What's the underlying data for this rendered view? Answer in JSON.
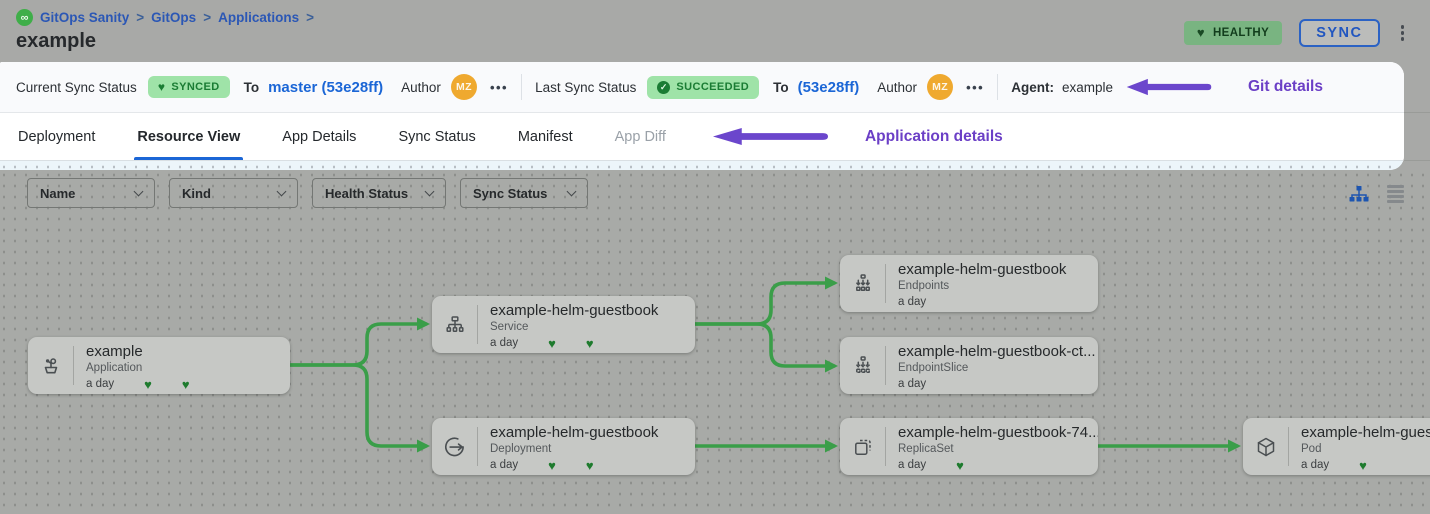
{
  "breadcrumb": {
    "items": [
      "GitOps Sanity",
      "GitOps",
      "Applications"
    ],
    "separator": ">"
  },
  "page_title": "example",
  "header": {
    "health_badge": "HEALTHY",
    "sync_button": "SYNC"
  },
  "sync_bar": {
    "current": {
      "label": "Current Sync Status",
      "badge": "SYNCED",
      "to": "To",
      "target": "master (53e28ff)",
      "author": "Author",
      "avatar": "MZ",
      "more": "•••"
    },
    "last": {
      "label": "Last Sync Status",
      "badge": "SUCCEEDED",
      "to": "To",
      "target": "(53e28ff)",
      "author": "Author",
      "avatar": "MZ",
      "more": "•••"
    },
    "agent_label": "Agent:",
    "agent_value": "example",
    "annotation": "Git details"
  },
  "tabs": {
    "items": [
      {
        "label": "Deployment"
      },
      {
        "label": "Resource View"
      },
      {
        "label": "App Details"
      },
      {
        "label": "Sync Status"
      },
      {
        "label": "Manifest"
      },
      {
        "label": "App Diff"
      }
    ],
    "active": "Resource View",
    "annotation": "Application details"
  },
  "filters": {
    "items": [
      {
        "label": "Name"
      },
      {
        "label": "Kind"
      },
      {
        "label": "Health Status"
      },
      {
        "label": "Sync Status"
      }
    ]
  },
  "resource_tree": {
    "nodes": [
      {
        "title": "example",
        "kind": "Application",
        "age": "a day",
        "health_hearts": 2,
        "icon": "application"
      },
      {
        "title": "example-helm-guestbook",
        "kind": "Service",
        "age": "a day",
        "health_hearts": 2,
        "icon": "service"
      },
      {
        "title": "example-helm-guestbook",
        "kind": "Endpoints",
        "age": "a day",
        "health_hearts": 0,
        "icon": "endpoints"
      },
      {
        "title": "example-helm-guestbook-ct...",
        "kind": "EndpointSlice",
        "age": "a day",
        "health_hearts": 0,
        "icon": "endpoint-slice"
      },
      {
        "title": "example-helm-guestbook",
        "kind": "Deployment",
        "age": "a day",
        "health_hearts": 2,
        "icon": "deployment"
      },
      {
        "title": "example-helm-guestbook-74...",
        "kind": "ReplicaSet",
        "age": "a day",
        "health_hearts": 1,
        "icon": "replica-set"
      },
      {
        "title": "example-helm-guest",
        "kind": "Pod",
        "age": "a day",
        "health_hearts": 1,
        "icon": "pod"
      }
    ],
    "edges": [
      [
        "example/Application",
        "example-helm-guestbook/Service"
      ],
      [
        "example/Application",
        "example-helm-guestbook/Deployment"
      ],
      [
        "example-helm-guestbook/Service",
        "example-helm-guestbook/Endpoints"
      ],
      [
        "example-helm-guestbook/Service",
        "example-helm-guestbook-ct/EndpointSlice"
      ],
      [
        "example-helm-guestbook/Deployment",
        "example-helm-guestbook-74/ReplicaSet"
      ],
      [
        "example-helm-guestbook-74/ReplicaSet",
        "example-helm-guest/Pod"
      ]
    ]
  },
  "colors": {
    "accent_blue": "#1b66d6",
    "badge_green_bg": "#9fe3a8",
    "badge_green_text": "#1a7c33",
    "healthy_bg": "#79b481",
    "annotation_purple": "#6b46cc",
    "edge_green": "#3a9e49",
    "heart_green": "#1e7b2e",
    "avatar_orange": "#efa92f"
  }
}
